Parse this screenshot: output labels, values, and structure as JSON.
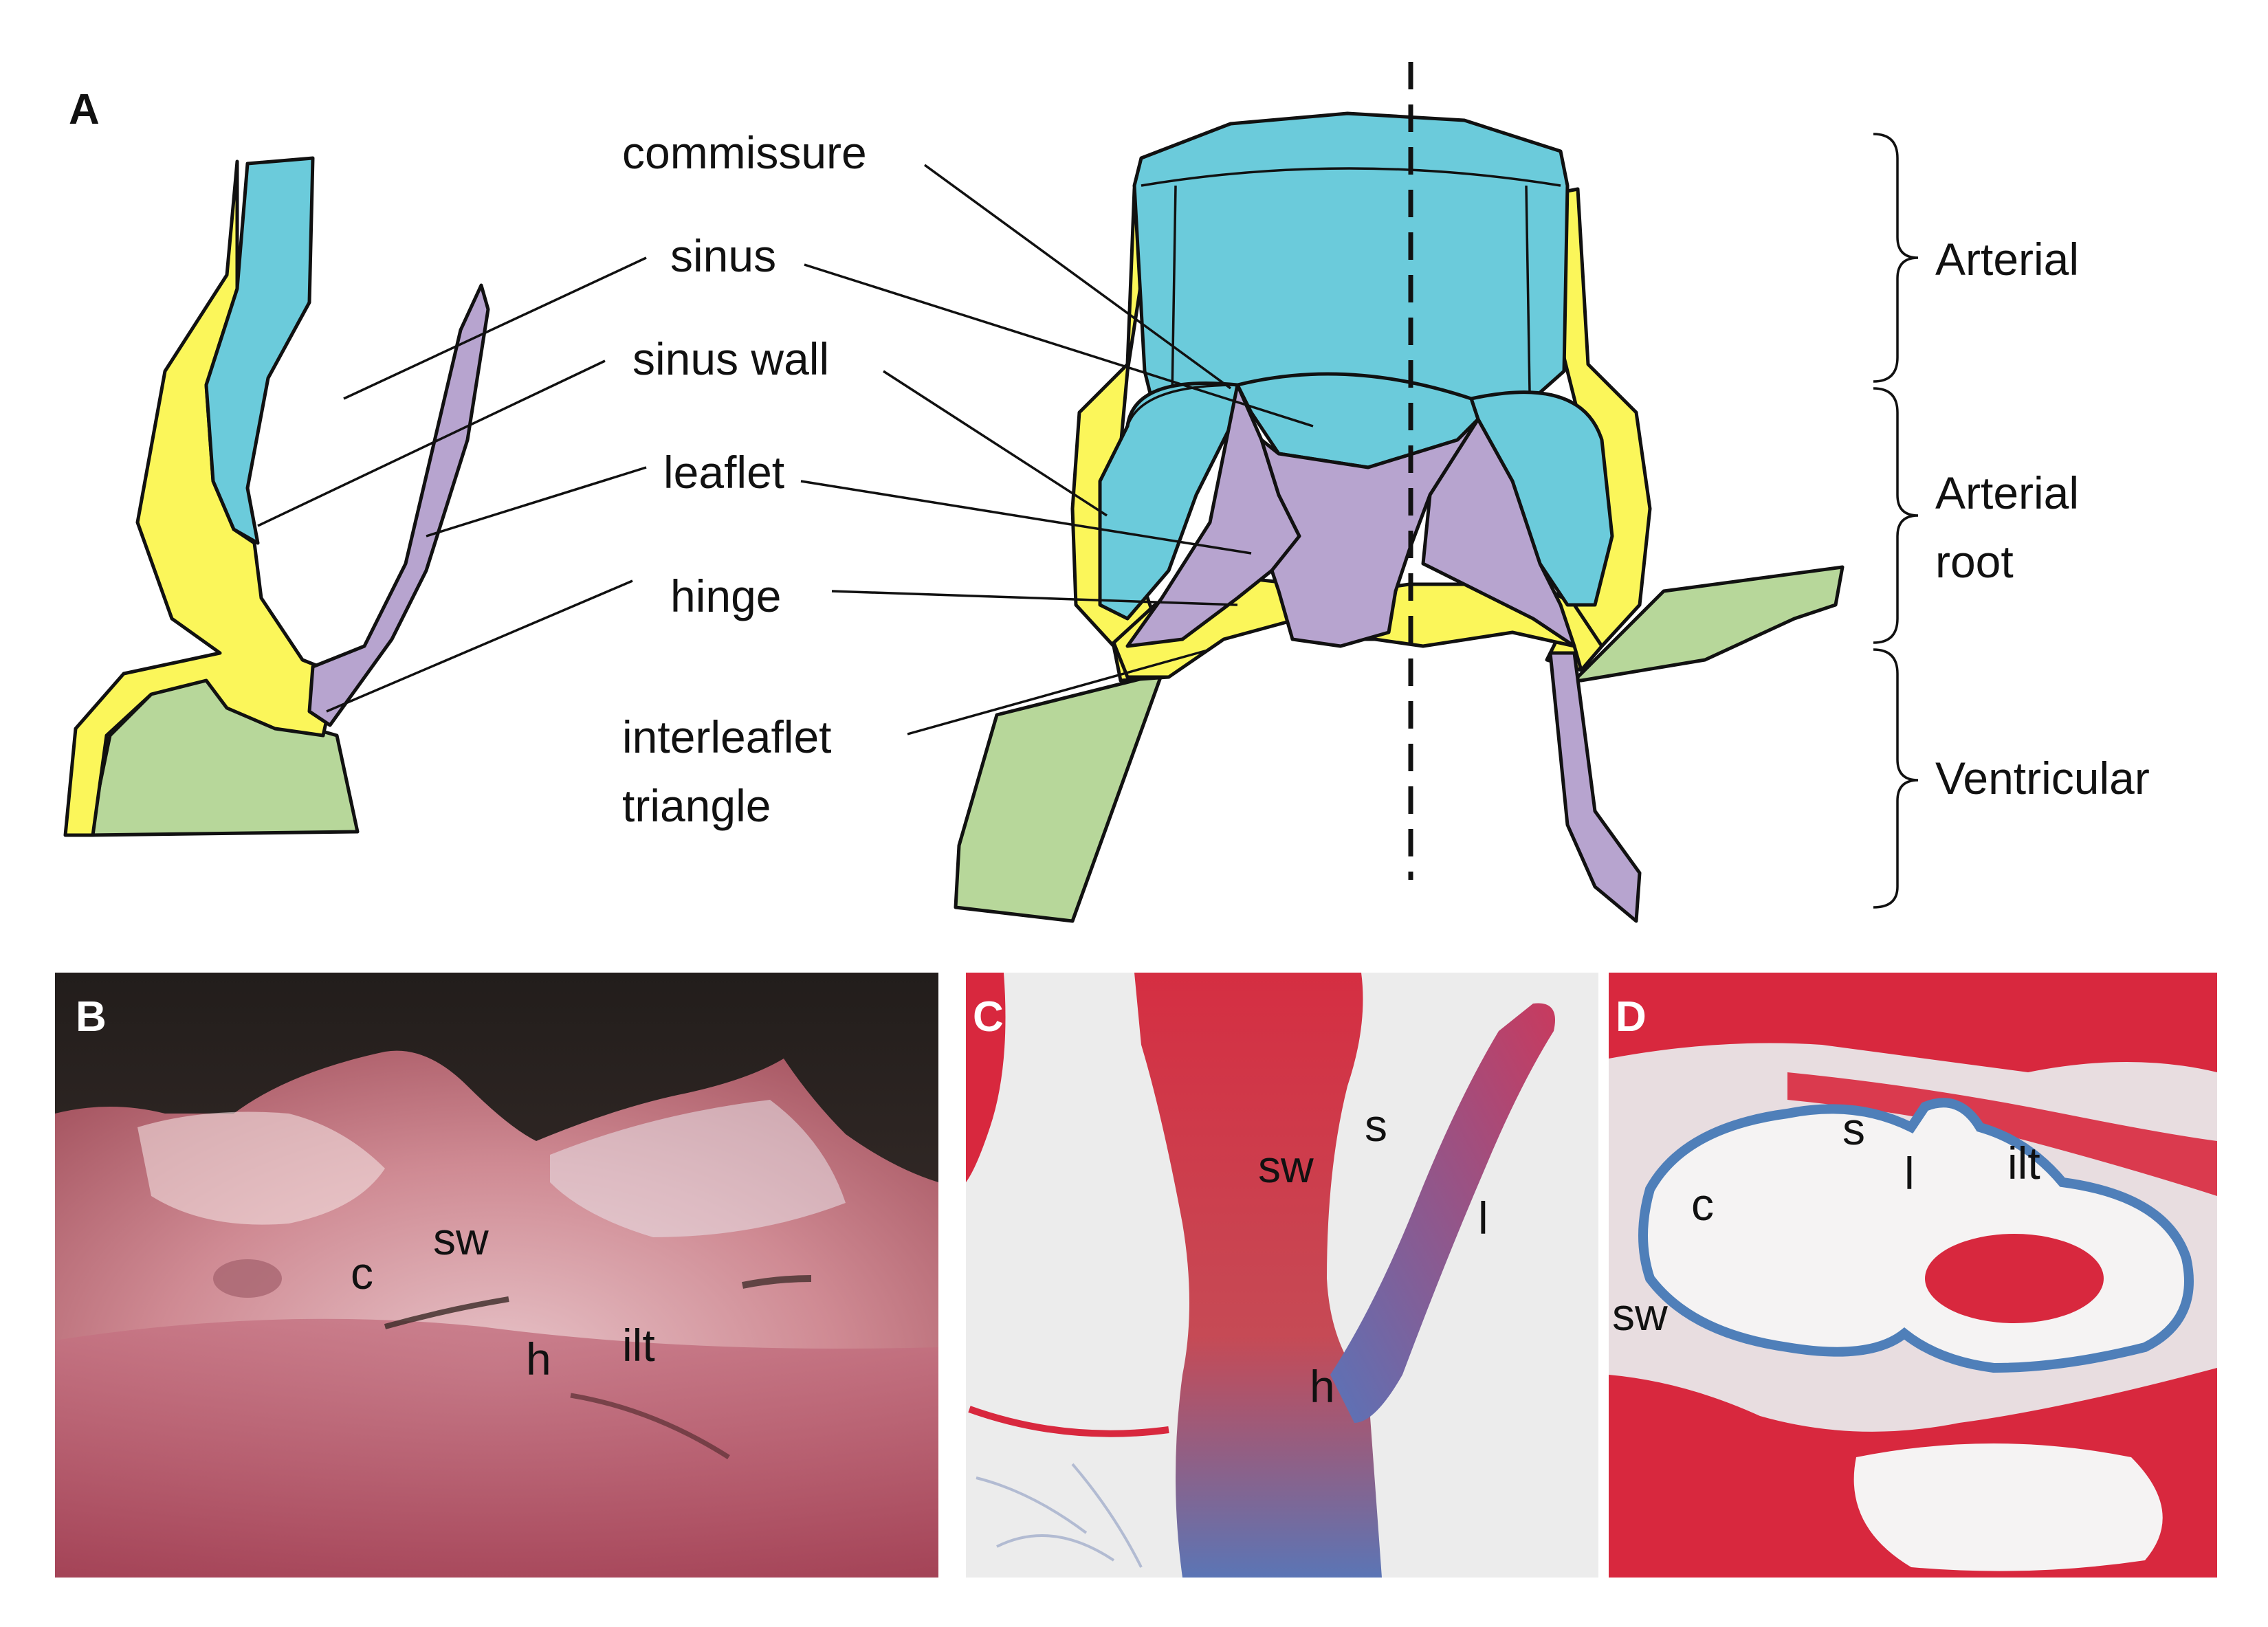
{
  "panels": {
    "A": "A",
    "B": "B",
    "C": "C",
    "D": "D"
  },
  "labels": {
    "commissure": "commissure",
    "sinus": "sinus",
    "sinus_wall": "sinus wall",
    "leaflet": "leaflet",
    "hinge": "hinge",
    "interleaflet_1": "interleaflet",
    "interleaflet_2": "triangle"
  },
  "regions": {
    "arterial": "Arterial",
    "arterial_root_1": "Arterial",
    "arterial_root_2": "root",
    "ventricular": "Ventricular"
  },
  "photo_labels": {
    "B": {
      "c": "c",
      "sw": "sw",
      "h": "h",
      "ilt": "ilt"
    },
    "C": {
      "sw": "sw",
      "s": "s",
      "l": "l",
      "h": "h"
    },
    "D": {
      "s": "s",
      "l": "l",
      "ilt": "ilt",
      "c": "c",
      "sw": "sw"
    }
  },
  "colors": {
    "arterial_blue": "#6bcbdb",
    "sinus_wall_yellow": "#fbf65a",
    "leaflet_purple": "#b7a4cf",
    "ventricle_green": "#b7d79a",
    "stain_red": "#d8283e",
    "stain_blue": "#4f7fb9"
  }
}
